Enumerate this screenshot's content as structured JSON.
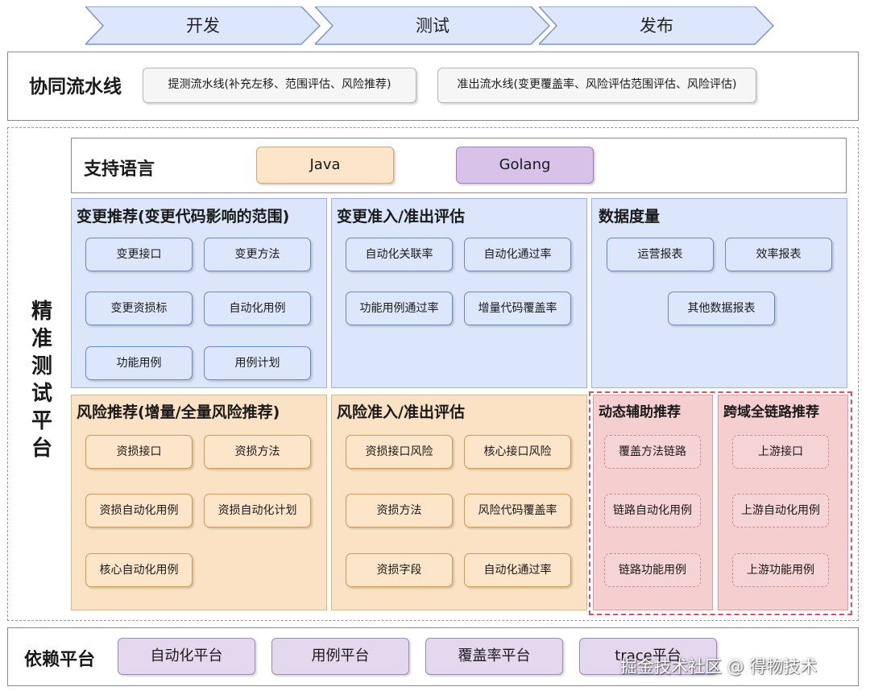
{
  "phases": [
    "开发",
    "测试",
    "发布"
  ],
  "pipeline": {
    "title": "协同流水线",
    "items": [
      "提测流水线(补充左移、范围评估、风险推荐)",
      "准出流水线(变更覆盖率、风险评估范围评估、风险评估)"
    ]
  },
  "platform": {
    "title_chars": [
      "精",
      "准",
      "测",
      "试",
      "平",
      "台"
    ],
    "languages": {
      "title": "支持语言",
      "items": [
        "Java",
        "Golang"
      ]
    },
    "change_recommend": {
      "title": "变更推荐(变更代码影响的范围)",
      "items": [
        "变更接口",
        "变更方法",
        "变更资损标",
        "自动化用例",
        "功能用例",
        "用例计划"
      ]
    },
    "change_gate": {
      "title": "变更准入/准出评估",
      "items": [
        "自动化关联率",
        "自动化通过率",
        "功能用例通过率",
        "增量代码覆盖率"
      ]
    },
    "metrics": {
      "title": "数据度量",
      "items": [
        "运营报表",
        "效率报表",
        "其他数据报表"
      ]
    },
    "risk_recommend": {
      "title": "风险推荐(增量/全量风险推荐)",
      "items": [
        "资损接口",
        "资损方法",
        "资损自动化用例",
        "资损自动化计划",
        "核心自动化用例"
      ]
    },
    "risk_gate": {
      "title": "风险准入/准出评估",
      "items": [
        "资损接口风险",
        "核心接口风险",
        "资损方法",
        "风险代码覆盖率",
        "资损字段",
        "自动化通过率"
      ]
    },
    "dynamic_assist": {
      "title": "动态辅助推荐",
      "items": [
        "覆盖方法链路",
        "链路自动化用例",
        "链路功能用例"
      ]
    },
    "cross_domain": {
      "title": "跨域全链路推荐",
      "items": [
        "上游接口",
        "上游自动化用例",
        "上游功能用例"
      ]
    }
  },
  "dependencies": {
    "title": "依赖平台",
    "items": [
      "自动化平台",
      "用例平台",
      "覆盖率平台",
      "trace平台"
    ]
  },
  "watermark": "掘金技术社区 @ 得物技术",
  "colors": {
    "phase_arrow": "#dce7fb",
    "blue_panel": "#dbe6fa",
    "orange_panel": "#fbe2c4",
    "pink_panel": "#f5cfd0",
    "java": "#fce5c9",
    "golang": "#d9c2ea",
    "dependency": "#e3d8ee",
    "red_dash": "#d0556a"
  }
}
